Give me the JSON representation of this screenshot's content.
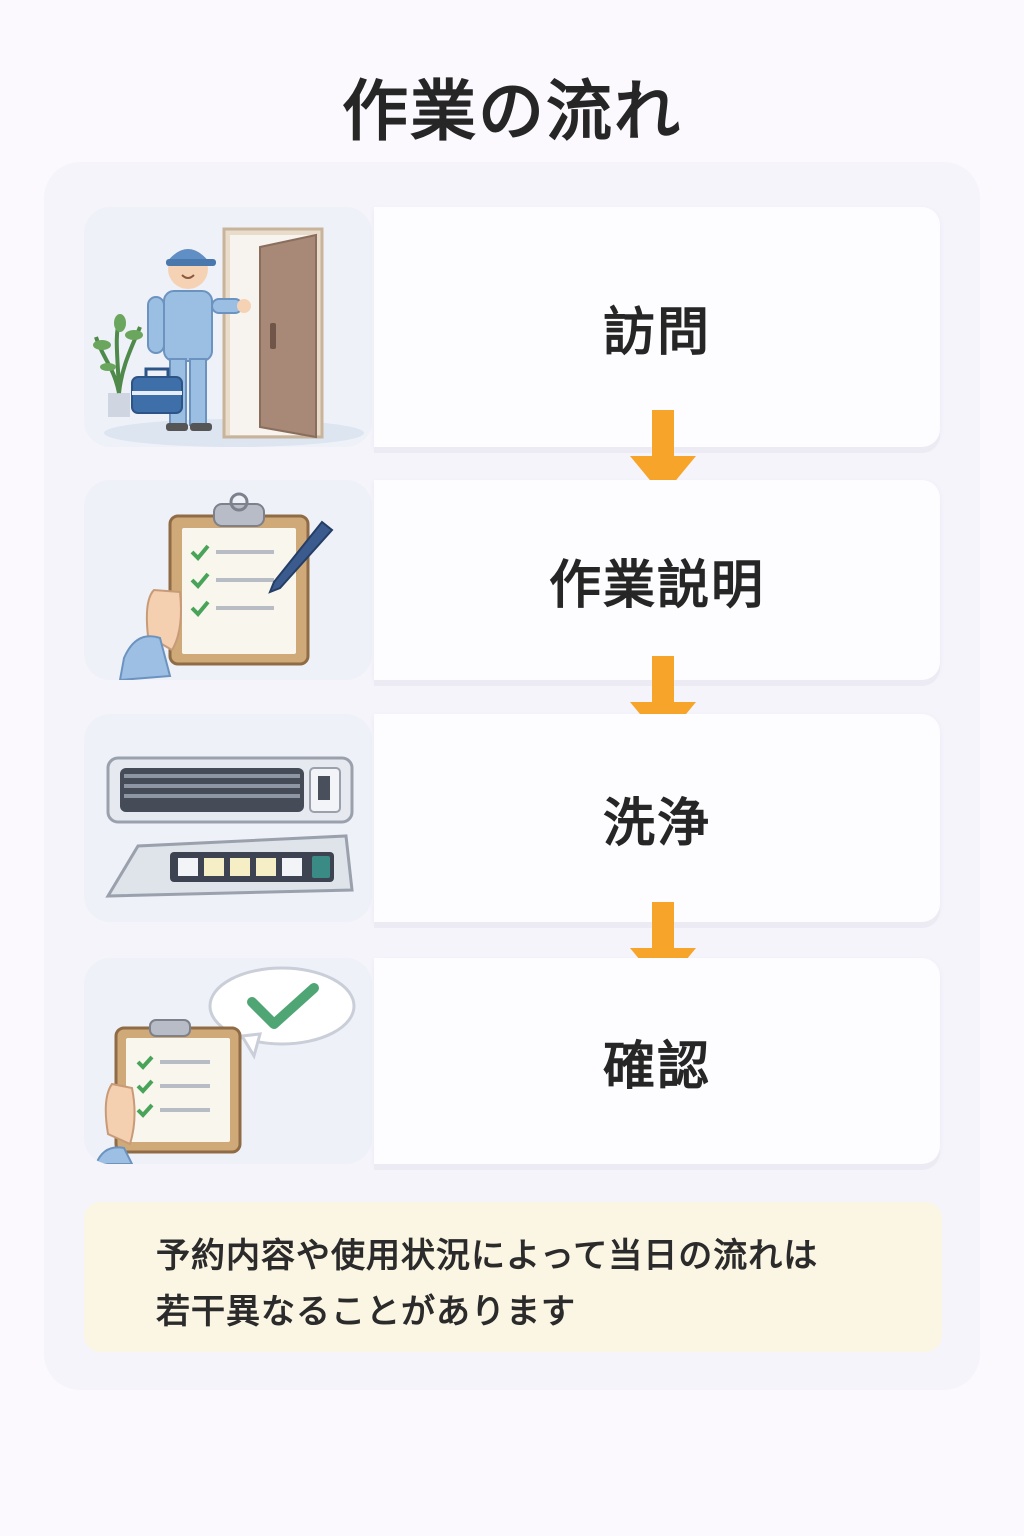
{
  "title": "作業の流れ",
  "steps": [
    {
      "label": "訪問",
      "icon": "technician-at-door-icon"
    },
    {
      "label": "作業説明",
      "icon": "clipboard-checklist-pen-icon"
    },
    {
      "label": "洗浄",
      "icon": "air-conditioner-parts-icon"
    },
    {
      "label": "確認",
      "icon": "checklist-approved-icon"
    }
  ],
  "note": {
    "line1": "予約内容や使用状況によって当日の流れは",
    "line2": "若干異なることがあります"
  },
  "colors": {
    "arrow": "#f7a52a",
    "note_background": "#fbf5e4",
    "panel_background": "#f5f4fb"
  }
}
